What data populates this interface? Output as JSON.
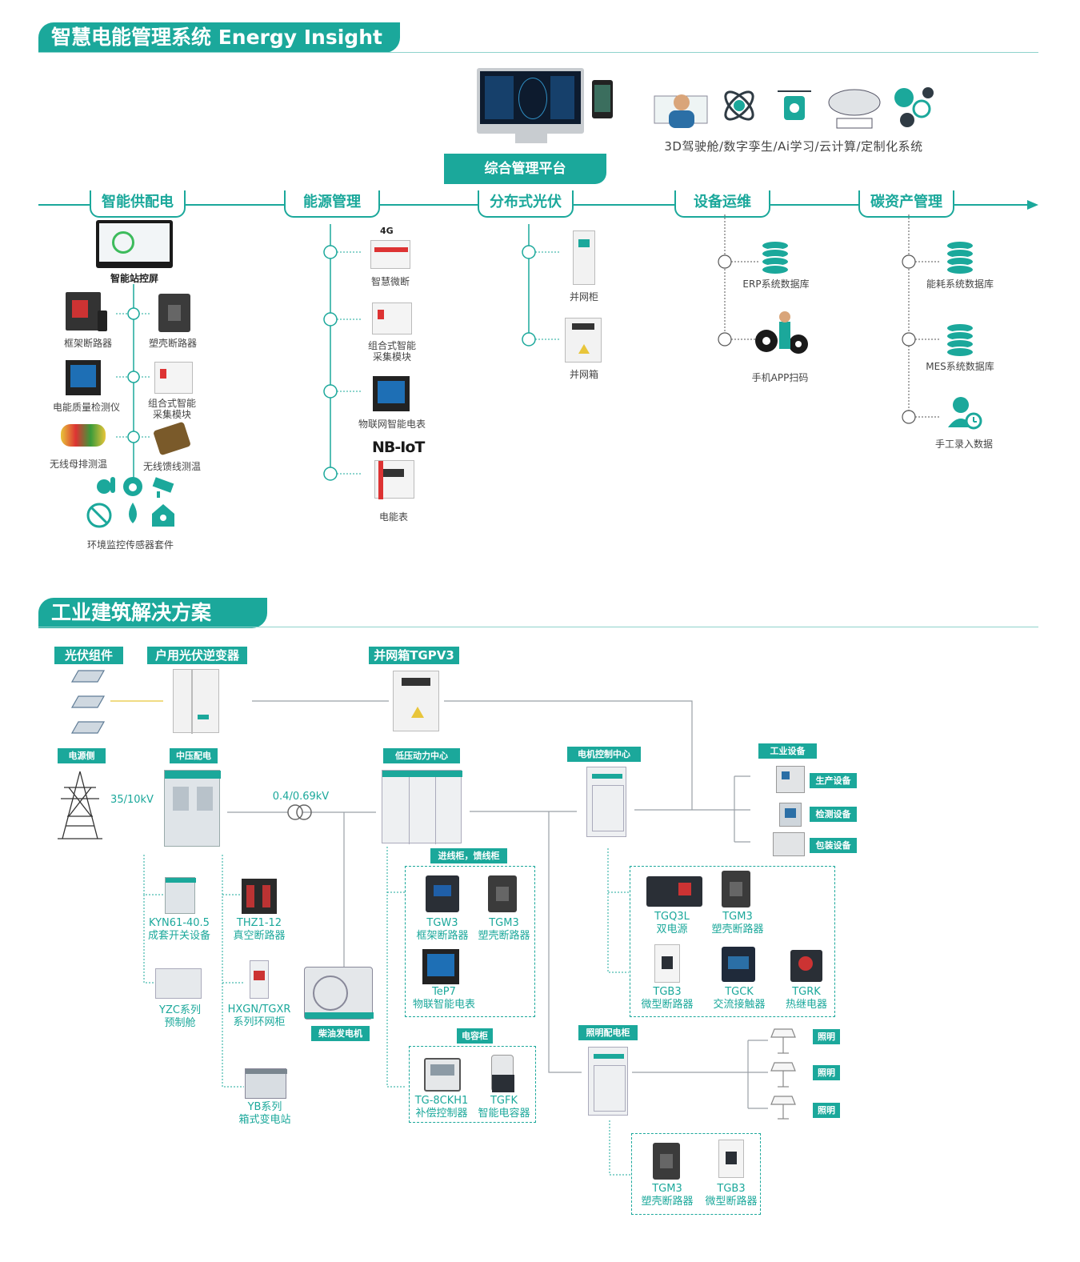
{
  "section1": {
    "title": "智慧电能管理系统 Energy  Insight",
    "platform_label": "综合管理平台",
    "top_caption": "3D驾驶舱/数字孪生/Ai学习/云计算/定制化系统",
    "icon_names": [
      "cockpit-icon",
      "digital-twin-icon",
      "ai-icon",
      "cloud-icon",
      "custom-system-icon"
    ],
    "categories": [
      "智能供配电",
      "能源管理",
      "分布式光伏",
      "设备运维",
      "碳资产管理"
    ],
    "power_supply": {
      "screen_label": "智能站控屏",
      "items": [
        "框架断路器",
        "塑壳断路器",
        "电能质量检测仪",
        "组合式智能\n采集模块",
        "无线母排测温",
        "无线馈线测温"
      ],
      "sensors_label": "环境监控传感器套件"
    },
    "energy_mgmt": {
      "badge_4g": "4G",
      "items": [
        "智慧微断",
        "组合式智能\n采集模块",
        "物联网智能电表",
        "电能表"
      ],
      "nbiot": "NB-IoT"
    },
    "pv": {
      "items": [
        "并网柜",
        "并网箱"
      ]
    },
    "ops": {
      "items": [
        "ERP系统数据库",
        "手机APP扫码"
      ]
    },
    "carbon": {
      "items": [
        "能耗系统数据库",
        "MES系统数据库",
        "手工录入数据"
      ]
    }
  },
  "section2": {
    "title": "工业建筑解决方案",
    "tags": {
      "pv_module": "光伏组件",
      "inverter": "户用光伏逆变器",
      "grid_box": "并网箱TGPV3",
      "source_side": "电源侧",
      "mv_dist": "中压配电",
      "lv_center": "低压动力中心",
      "motor_center": "电机控制中心",
      "industrial": "工业设备",
      "feeder": "进线柜，馈线柜",
      "capacitor": "电容柜",
      "diesel": "柴油发电机",
      "lighting_cab": "照明配电柜"
    },
    "voltage_hv": "35/10kV",
    "voltage_lv": "0.4/0.69kV",
    "mv_items": [
      {
        "model": "KYN61-40.5",
        "name": "成套开关设备"
      },
      {
        "model": "THZ1-12",
        "name": "真空断路器"
      },
      {
        "model": "YZC系列",
        "name": "预制舱"
      },
      {
        "model": "HXGN/TGXR",
        "name": "系列环网柜"
      },
      {
        "model": "YB系列",
        "name": "箱式变电站"
      }
    ],
    "feeder_items": [
      {
        "model": "TGW3",
        "name": "框架断路器"
      },
      {
        "model": "TGM3",
        "name": "塑壳断路器"
      },
      {
        "model": "TeP7",
        "name": "物联智能电表"
      }
    ],
    "cap_items": [
      {
        "model": "TG-8CKH1",
        "name": "补偿控制器"
      },
      {
        "model": "TGFK",
        "name": "智能电容器"
      }
    ],
    "motor_items": [
      {
        "model": "TGQ3L",
        "name": "双电源"
      },
      {
        "model": "TGM3",
        "name": "塑壳断路器"
      },
      {
        "model": "TGB3",
        "name": "微型断路器"
      },
      {
        "model": "TGCK",
        "name": "交流接触器"
      },
      {
        "model": "TGRK",
        "name": "热继电器"
      }
    ],
    "industrial_items": [
      "生产设备",
      "检测设备",
      "包装设备"
    ],
    "lighting_items": [
      "照明",
      "照明",
      "照明"
    ],
    "light_cab_items": [
      {
        "model": "TGM3",
        "name": "塑壳断路器"
      },
      {
        "model": "TGB3",
        "name": "微型断路器"
      }
    ]
  },
  "colors": {
    "accent": "#1ba89b",
    "light": "#8fd3cc",
    "dark": "#2f3b44"
  }
}
